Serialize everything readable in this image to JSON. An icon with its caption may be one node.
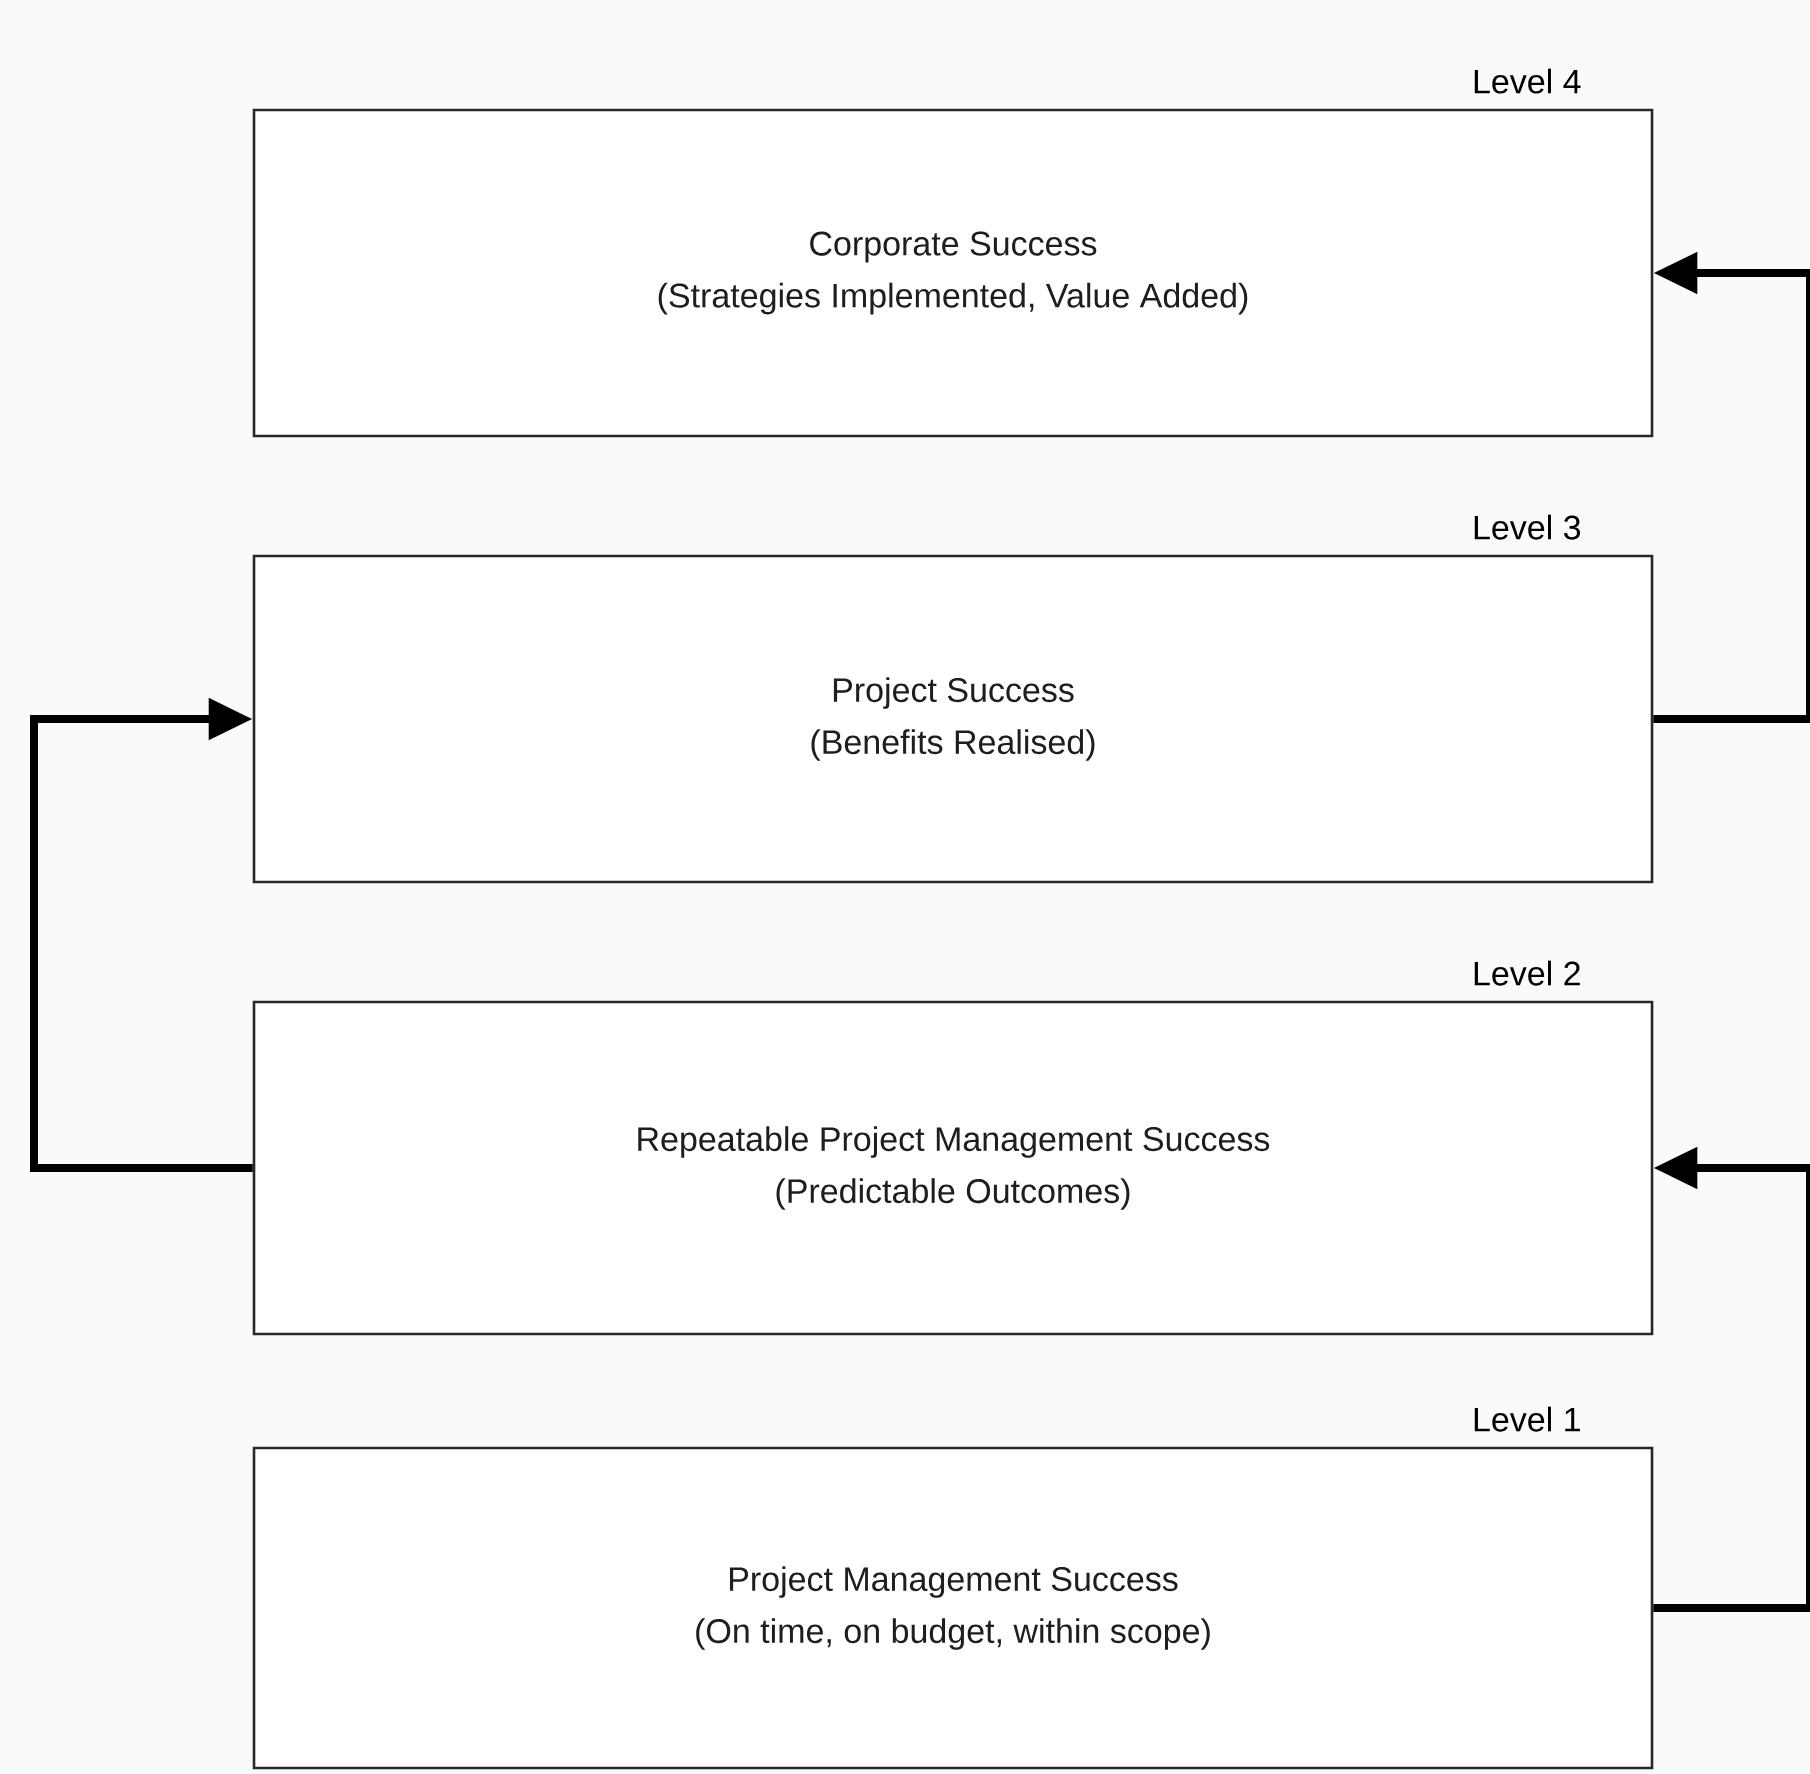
{
  "diagram": {
    "nodes": [
      {
        "text": [
          "Corporate Success",
          "(Strategies Implemented, Value Added)"
        ],
        "beside": [
          "Level 4"
        ]
      },
      {
        "text": [
          "Project Success",
          "(Benefits Realised)"
        ],
        "beside": [
          "Level 3"
        ]
      },
      {
        "text": [
          "Repeatable Project Management Success",
          "(Predictable Outcomes)"
        ],
        "beside": [
          "Level 2"
        ]
      },
      {
        "text": [
          "Project Management Success",
          "(On time, on budget, within scope)"
        ],
        "beside": [
          "Level 1"
        ]
      }
    ],
    "edges": [
      {
        "from": 3,
        "to": 2,
        "arrow": "to"
      },
      {
        "from": 1,
        "to": 0,
        "arrow": "to"
      },
      {
        "from": 2,
        "to": 1,
        "arrow": "to"
      }
    ]
  }
}
